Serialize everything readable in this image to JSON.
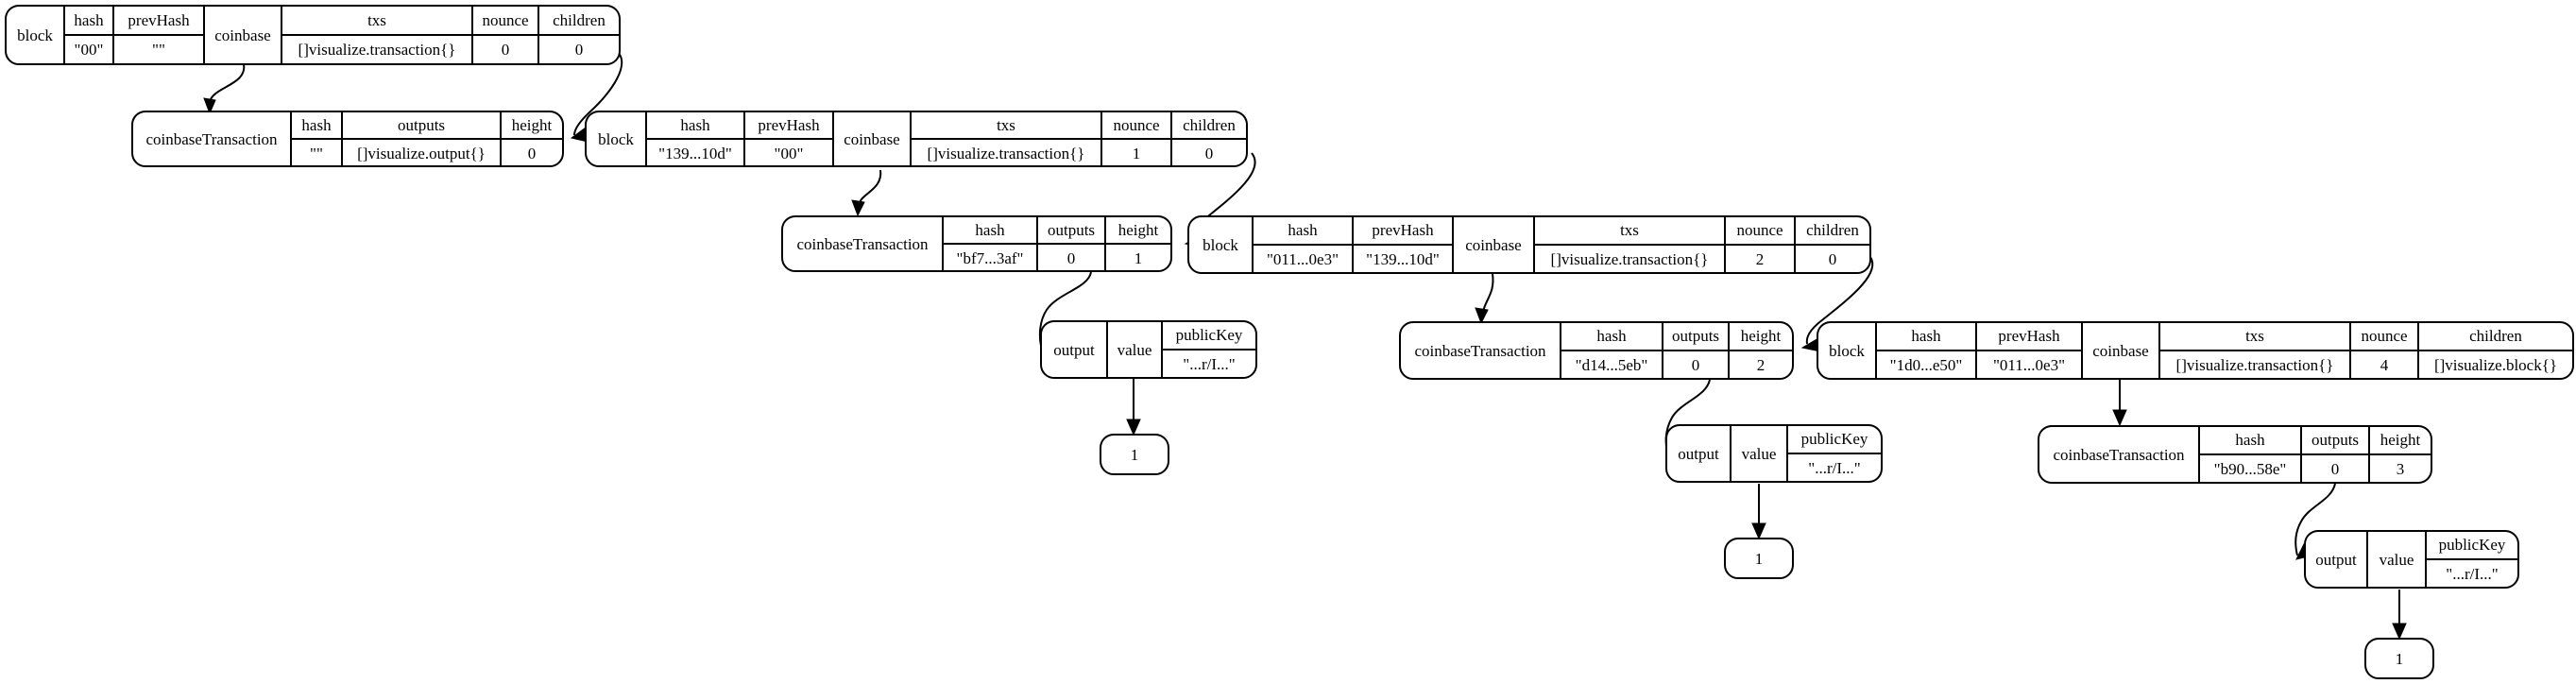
{
  "nodes": {
    "block0": {
      "type": "block",
      "headers": [
        "hash",
        "prevHash",
        "txs",
        "nounce",
        "children"
      ],
      "values": {
        "hash": "\"00\"",
        "prevHash": "\"\"",
        "txs": "[]visualize.transaction{}",
        "nounce": "0",
        "children": "0"
      },
      "labels": {
        "block": "block",
        "coinbase": "coinbase"
      }
    },
    "coinbase0": {
      "type": "coinbaseTransaction",
      "label": "coinbaseTransaction",
      "headers": [
        "hash",
        "outputs",
        "height"
      ],
      "values": {
        "hash": "\"\"",
        "outputs": "[]visualize.output{}",
        "height": "0"
      }
    },
    "block1": {
      "type": "block",
      "headers": [
        "hash",
        "prevHash",
        "txs",
        "nounce",
        "children"
      ],
      "values": {
        "hash": "\"139...10d\"",
        "prevHash": "\"00\"",
        "txs": "[]visualize.transaction{}",
        "nounce": "1",
        "children": "0"
      },
      "labels": {
        "block": "block",
        "coinbase": "coinbase"
      }
    },
    "coinbase1": {
      "type": "coinbaseTransaction",
      "label": "coinbaseTransaction",
      "headers": [
        "hash",
        "outputs",
        "height"
      ],
      "values": {
        "hash": "\"bf7...3af\"",
        "outputs": "0",
        "height": "1"
      }
    },
    "output1": {
      "type": "output",
      "labels": {
        "output": "output",
        "value": "value",
        "publicKey": "publicKey"
      },
      "values": {
        "publicKey": "\"...r/I...\""
      }
    },
    "value1": {
      "label": "1"
    },
    "block2": {
      "type": "block",
      "headers": [
        "hash",
        "prevHash",
        "txs",
        "nounce",
        "children"
      ],
      "values": {
        "hash": "\"011...0e3\"",
        "prevHash": "\"139...10d\"",
        "txs": "[]visualize.transaction{}",
        "nounce": "2",
        "children": "0"
      },
      "labels": {
        "block": "block",
        "coinbase": "coinbase"
      }
    },
    "coinbase2": {
      "type": "coinbaseTransaction",
      "label": "coinbaseTransaction",
      "headers": [
        "hash",
        "outputs",
        "height"
      ],
      "values": {
        "hash": "\"d14...5eb\"",
        "outputs": "0",
        "height": "2"
      }
    },
    "output2": {
      "type": "output",
      "labels": {
        "output": "output",
        "value": "value",
        "publicKey": "publicKey"
      },
      "values": {
        "publicKey": "\"...r/I...\""
      }
    },
    "value2": {
      "label": "1"
    },
    "block3": {
      "type": "block",
      "headers": [
        "hash",
        "prevHash",
        "txs",
        "nounce",
        "children"
      ],
      "values": {
        "hash": "\"1d0...e50\"",
        "prevHash": "\"011...0e3\"",
        "txs": "[]visualize.transaction{}",
        "nounce": "4",
        "children": "[]visualize.block{}"
      },
      "labels": {
        "block": "block",
        "coinbase": "coinbase"
      }
    },
    "coinbase3": {
      "type": "coinbaseTransaction",
      "label": "coinbaseTransaction",
      "headers": [
        "hash",
        "outputs",
        "height"
      ],
      "values": {
        "hash": "\"b90...58e\"",
        "outputs": "0",
        "height": "3"
      }
    },
    "output3": {
      "type": "output",
      "labels": {
        "output": "output",
        "value": "value",
        "publicKey": "publicKey"
      },
      "values": {
        "publicKey": "\"...r/I...\""
      }
    },
    "value3": {
      "label": "1"
    }
  },
  "edges": [
    {
      "from": "block0",
      "to": "coinbase0"
    },
    {
      "from": "block0",
      "to": "block1"
    },
    {
      "from": "block1",
      "to": "coinbase1"
    },
    {
      "from": "block1",
      "to": "block2"
    },
    {
      "from": "coinbase1",
      "to": "output1"
    },
    {
      "from": "output1",
      "to": "value1"
    },
    {
      "from": "block2",
      "to": "coinbase2"
    },
    {
      "from": "block2",
      "to": "block3"
    },
    {
      "from": "coinbase2",
      "to": "output2"
    },
    {
      "from": "output2",
      "to": "value2"
    },
    {
      "from": "block3",
      "to": "coinbase3"
    },
    {
      "from": "coinbase3",
      "to": "output3"
    },
    {
      "from": "output3",
      "to": "value3"
    }
  ]
}
